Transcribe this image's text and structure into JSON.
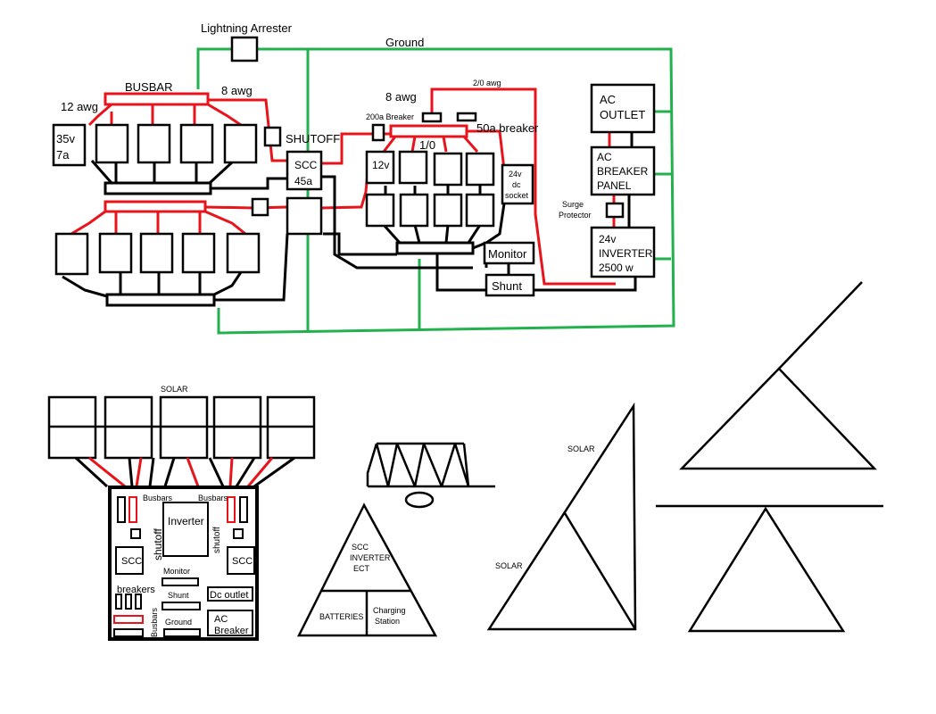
{
  "colors": {
    "wire_red": "#e8141c",
    "ground_green": "#22b14c",
    "ink": "#000000"
  },
  "main": {
    "lightning_arrester": "Lightning Arrester",
    "ground": "Ground",
    "busbar": "BUSBAR",
    "awg12": "12 awg",
    "awg8_left": "8 awg",
    "awg8_right": "8 awg",
    "awg20": "2/0 awg",
    "battery_35v": [
      "35v",
      "7a"
    ],
    "shutoff": "SHUTOFF",
    "scc": [
      "SCC",
      "45a"
    ],
    "breaker200": "200a Breaker",
    "breaker50": "50a breaker",
    "awg10": "1/0",
    "v12": "12v",
    "dc_socket": [
      "24v",
      "dc",
      "socket"
    ],
    "monitor": "Monitor",
    "shunt": "Shunt",
    "ac_outlet": [
      "AC",
      "OUTLET"
    ],
    "ac_breaker_panel": [
      "AC",
      "BREAKER",
      "PANEL"
    ],
    "surge_protector": [
      "Surge",
      "Protector"
    ],
    "inverter": [
      "24v",
      "INVERTER",
      "2500 w"
    ]
  },
  "layout": {
    "solar": "SOLAR",
    "busbars_left": "Busbars",
    "busbars_right": "Busbars",
    "inverter": "Inverter",
    "shutoff_left": "shutoff",
    "shutoff_right": "shutoff",
    "scc_left": "SCC",
    "scc_right": "SCC",
    "monitor": "Monitor",
    "breakers": "breakers",
    "shunt": "Shunt",
    "dc_outlet": "Dc outlet",
    "busbars_vertical": "Busbars",
    "ground": "Ground",
    "ac_breaker": [
      "AC",
      "Breaker"
    ]
  },
  "trailer": {
    "contents": [
      "SCC",
      "INVERTER",
      "ECT"
    ],
    "batteries": "BATTERIES",
    "charging_station": [
      "Charging",
      "Station"
    ]
  },
  "tilt": {
    "solar_top": "SOLAR",
    "solar_bottom": "SOLAR"
  }
}
